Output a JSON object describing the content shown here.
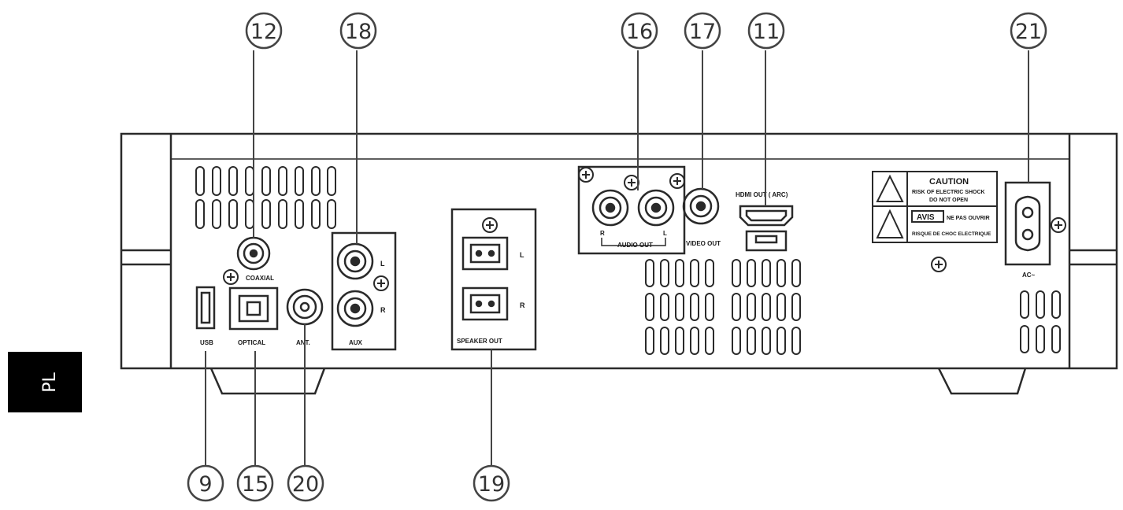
{
  "language_tab": "PL",
  "callouts": {
    "c12": "12",
    "c18": "18",
    "c16": "16",
    "c17": "17",
    "c11": "11",
    "c21": "21",
    "c9": "9",
    "c15": "15",
    "c20": "20",
    "c19": "19"
  },
  "panel_labels": {
    "coaxial": "COAXIAL",
    "usb": "USB",
    "optical": "OPTICAL",
    "ant": "ANT.",
    "aux": "AUX",
    "aux_l": "L",
    "aux_r": "R",
    "speaker_l": "L",
    "speaker_r": "R",
    "speaker_out": "SPEAKER OUT",
    "audio_out": "AUDIO OUT",
    "audio_r": "R",
    "audio_l": "L",
    "video_out": "VIDEO OUT",
    "hdmi_out": "HDMI OUT ( ARC)",
    "ac": "AC~",
    "caution_title": "CAUTION",
    "caution_line1": "RISK OF ELECTRIC SHOCK",
    "caution_line2": "DO NOT OPEN",
    "avis_title": "AVIS",
    "avis_line1": "NE PAS OUVRIR",
    "avis_line2": "RISQUE DE CHOC ELECTRIQUE"
  },
  "colors": {
    "line": "#2a2a2a",
    "tab": "#000000",
    "callout": "#444444"
  }
}
